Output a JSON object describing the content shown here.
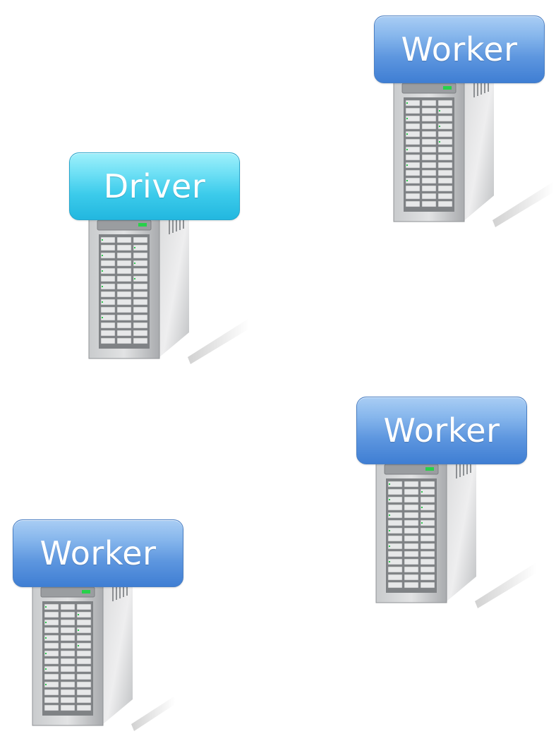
{
  "nodes": [
    {
      "id": "worker-top-right",
      "role": "worker",
      "label": "Worker",
      "label_color": "#5d96df"
    },
    {
      "id": "driver",
      "role": "driver",
      "label": "Driver",
      "label_color": "#3ccbeb"
    },
    {
      "id": "worker-middle-right",
      "role": "worker",
      "label": "Worker",
      "label_color": "#5d96df"
    },
    {
      "id": "worker-bottom-left",
      "role": "worker",
      "label": "Worker",
      "label_color": "#5d96df"
    }
  ],
  "icons": {
    "server": "server-tower-icon"
  }
}
